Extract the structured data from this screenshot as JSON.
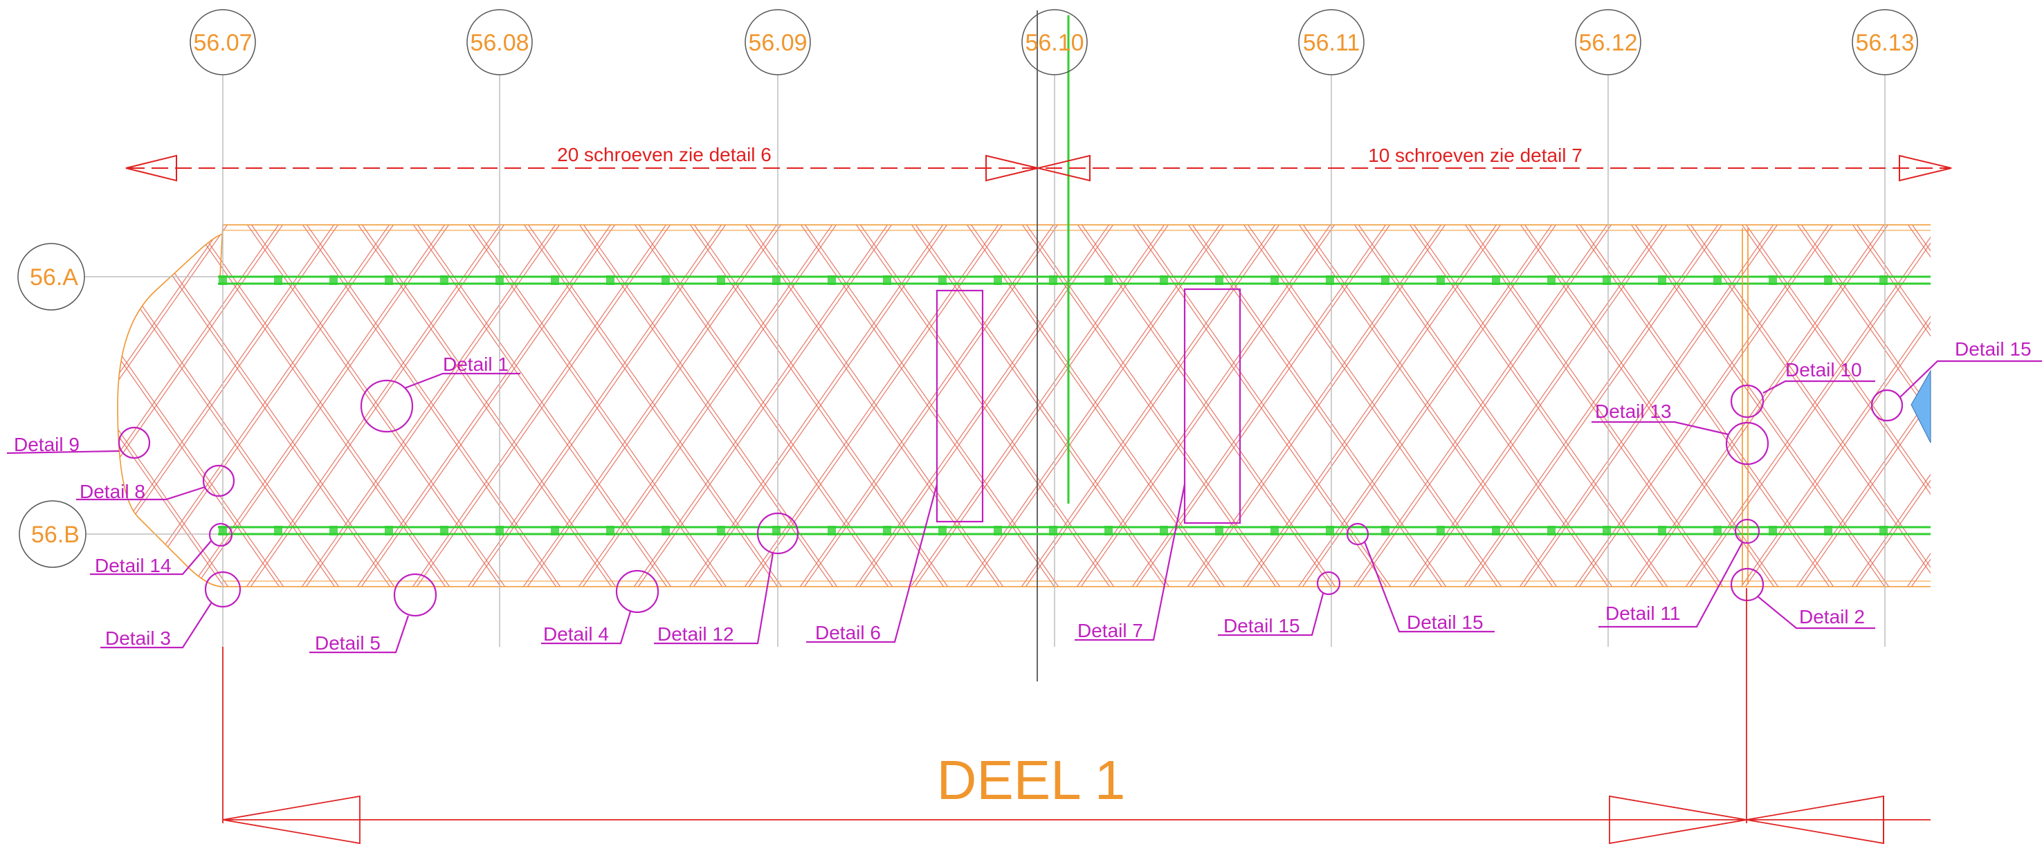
{
  "colors": {
    "grid_text": "#f0962e",
    "grid_line": "#bdbdbd",
    "lattice": "#e87868",
    "beam": "#2fcf2f",
    "detail": "#c020c0",
    "dimension": "#e02020",
    "part_title": "#f0962e",
    "fill_blue": "#6fb4f2"
  },
  "grid": {
    "columns": [
      "56.07",
      "56.08",
      "56.09",
      "56.10",
      "56.11",
      "56.12",
      "56.13"
    ],
    "rows": [
      "56.A",
      "56.B"
    ]
  },
  "screws": {
    "left": "20 schroeven zie detail 6",
    "right": "10 schroeven zie detail 7"
  },
  "details": [
    "Detail 1",
    "Detail 9",
    "Detail 8",
    "Detail 14",
    "Detail 3",
    "Detail 5",
    "Detail 4",
    "Detail 12",
    "Detail 6",
    "Detail 7",
    "Detail 15",
    "Detail 15",
    "Detail 11",
    "Detail 2",
    "Detail 13",
    "Detail 10",
    "Detail 15"
  ],
  "part_title": "DEEL 1"
}
